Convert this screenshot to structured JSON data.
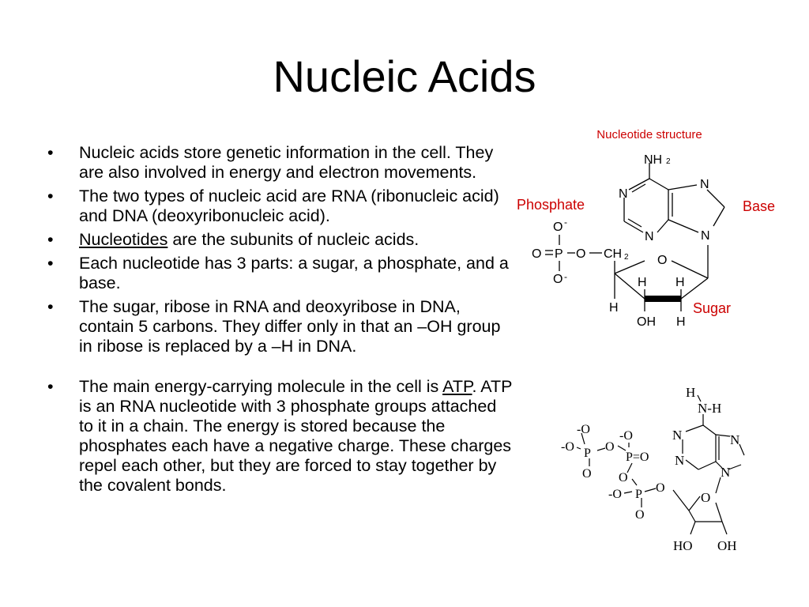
{
  "slide": {
    "title": "Nucleic Acids",
    "bullets": [
      {
        "text": "Nucleic acids store genetic information in the cell.  They are also involved in energy and electron movements."
      },
      {
        "text": "The two types of nucleic acid are RNA (ribonucleic acid) and DNA (deoxyribonucleic acid)."
      },
      {
        "term": "Nucleotides",
        "rest": " are the subunits of nucleic acids."
      },
      {
        "text": "Each nucleotide has 3 parts: a sugar, a phosphate, and a base."
      },
      {
        "text": "The sugar, ribose in RNA and deoxyribose in DNA, contain 5 carbons.  They differ only in that an –OH group in ribose is replaced by a –H in DNA."
      },
      {
        "before": "The main energy-carrying molecule in the cell is ",
        "term": "ATP",
        "after": ".  ATP is an RNA nucleotide with  3 phosphate groups attached to it in a chain.  The energy is stored because the phosphates each have a negative charge.  These charges repel each other, but they are forced to stay together by the covalent bonds."
      }
    ],
    "bullet_symbol": "•"
  },
  "nucleotide_diagram": {
    "caption": "Nucleotide structure",
    "label_phosphate": "Phosphate",
    "label_base": "Base",
    "label_sugar": "Sugar",
    "atoms": {
      "nh2_n": "NH",
      "nh2_sub": "2",
      "n": "N",
      "o": "O",
      "o_minus": "O",
      "minus": "-",
      "p": "P",
      "eq": "=",
      "ch2": "CH",
      "ch2_sub": "2",
      "h": "H",
      "oh": "OH"
    },
    "accent_color": "#cc0000"
  },
  "atp_diagram": {
    "atoms": {
      "h": "H",
      "n": "N",
      "nh": "N-H",
      "o": "O",
      "o_minus": "-O",
      "p": "P",
      "p_eq_o": "P=O",
      "ho": "HO",
      "oh": "OH",
      "dash": "-",
      "eq": "="
    }
  }
}
